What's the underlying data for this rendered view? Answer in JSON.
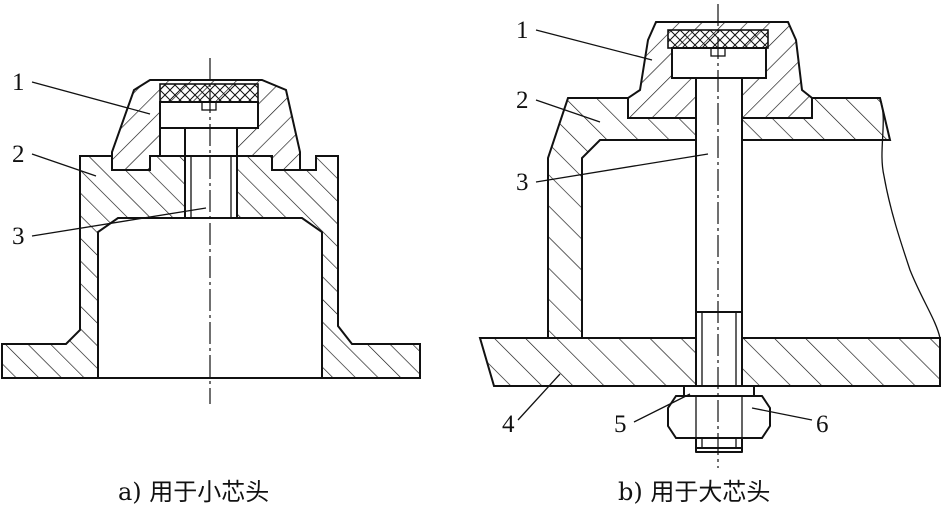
{
  "figure_a": {
    "caption": "a) 用于小芯头",
    "labels": [
      "1",
      "2",
      "3"
    ]
  },
  "figure_b": {
    "caption": "b) 用于大芯头",
    "labels": [
      "1",
      "2",
      "3",
      "4",
      "5",
      "6"
    ]
  }
}
